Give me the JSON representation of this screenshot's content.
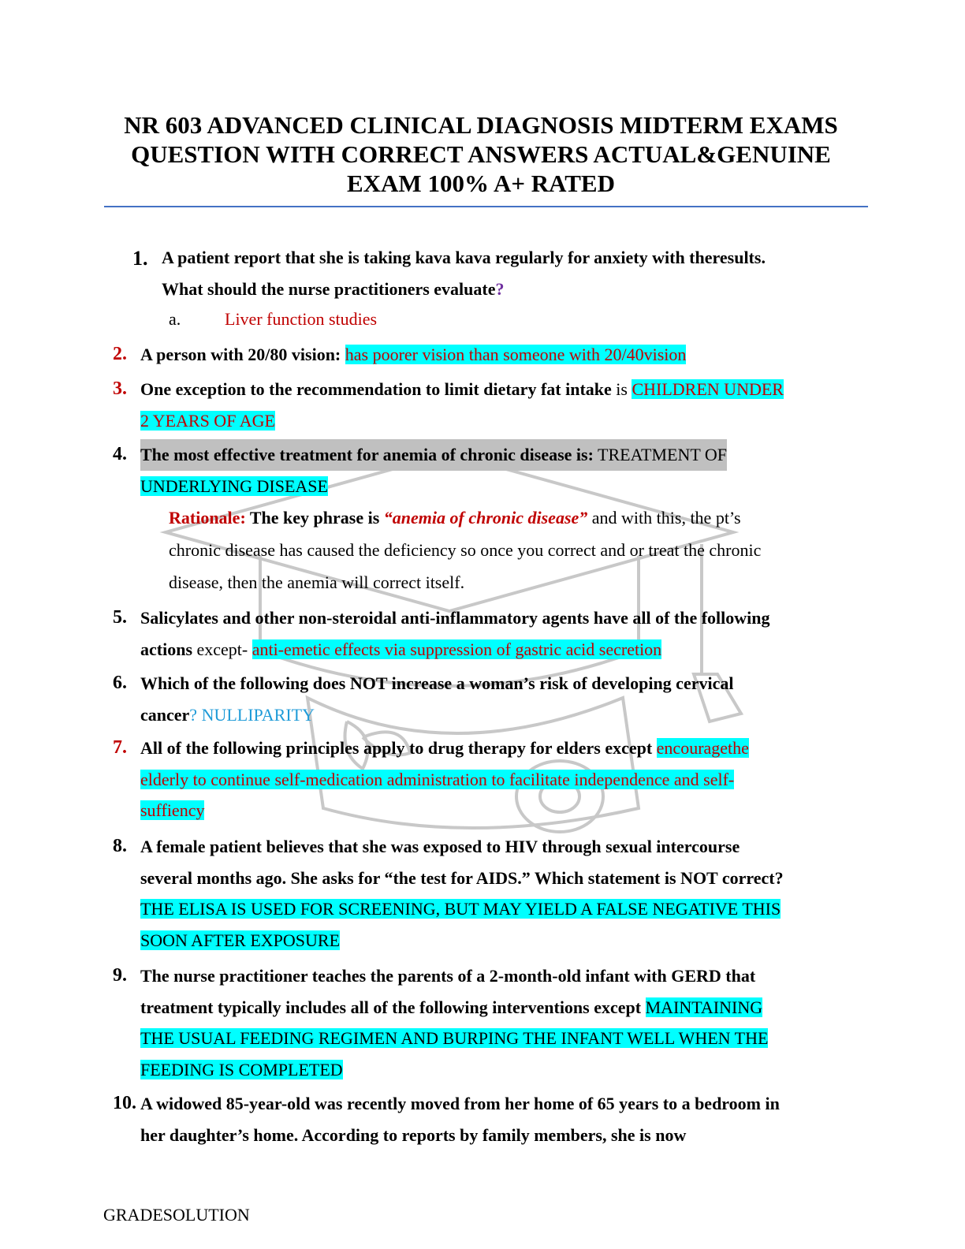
{
  "header": {
    "title_line1": "NR 603 ADVANCED CLINICAL DIAGNOSIS MIDTERM EXAMS",
    "title_line2": "QUESTION WITH CORRECT ANSWERS ACTUAL&GENUINE",
    "title_line3": "EXAM 100% A+ RATED"
  },
  "questions": [
    {
      "num": "1.",
      "line1": "A patient report that she is taking kava kava regularly for anxiety with theresults.",
      "line2": "What should the nurse practitioners evaluate",
      "mark": "?",
      "sub_letter": "a.",
      "answer": "Liver function studies"
    },
    {
      "num": "2.",
      "text": "A person with 20/80 vision:",
      "answer": "has poorer vision than someone with 20/40vision"
    },
    {
      "num": "3.",
      "text": "One exception to the recommendation to limit dietary fat intake",
      "joiner": " is ",
      "answer1": "CHILDREN UNDER",
      "answer2": "2 YEARS OF AGE"
    },
    {
      "num": "4.",
      "text": "The most effective treatment for anemia of chronic disease is:",
      "answer1": " TREATMENT OF",
      "answer2": "UNDERLYING DISEASE",
      "rationale_label": "Rationale:",
      "rationale_key": " The key phrase is ",
      "rationale_quote": "“anemia of chronic disease”",
      "rationale_rest1": " and with this, the pt’s",
      "rationale_line2": "chronic disease has caused the deficiency so once you correct and or treat the chronic",
      "rationale_line3": "disease, then the anemia will correct itself."
    },
    {
      "num": "5.",
      "line1": "Salicylates and other non-steroidal anti-inflammatory agents have all of the following",
      "line2": "actions",
      "joiner": " except- ",
      "answer": "anti-emetic effects via suppression of gastric acid secretion"
    },
    {
      "num": "6.",
      "line1": "Which of the following does NOT increase a woman’s risk of developing cervical",
      "line2": "cancer",
      "mark": "?",
      "answer": " NULLIPARITY"
    },
    {
      "num": "7.",
      "text": "All of the following principles apply to drug therapy for elders except",
      "answer1": "encouragethe",
      "answer2": "elderly to continue self-medication administration to facilitate independence and self-",
      "answer3": "suffiency"
    },
    {
      "num": "8.",
      "line1": "A female patient believes that she was exposed to HIV through sexual intercourse",
      "line2": "several months ago. She asks for “the test for AIDS.” Which statement is NOT correct?",
      "answer1": "THE ELISA IS USED FOR SCREENING, BUT MAY YIELD A FALSE NEGATIVE THIS",
      "answer2": "SOON AFTER EXPOSURE"
    },
    {
      "num": "9.",
      "line1": "The nurse practitioner teaches the parents of a 2-month-old infant with GERD that",
      "line2": "treatment typically includes all of the following interventions except ",
      "answer1": "MAINTAINING",
      "answer2": "THE USUAL FEEDING REGIMEN AND BURPING THE INFANT WELL WHEN THE",
      "answer3": "FEEDING IS COMPLETED"
    },
    {
      "num": "10.",
      "line1": "A widowed 85-year-old was recently moved from her home of 65 years to a bedroom in",
      "line2": "her daughter’s home. According to reports by family members, she is now"
    }
  ],
  "footer": {
    "text": "GRADESOLUTION"
  }
}
